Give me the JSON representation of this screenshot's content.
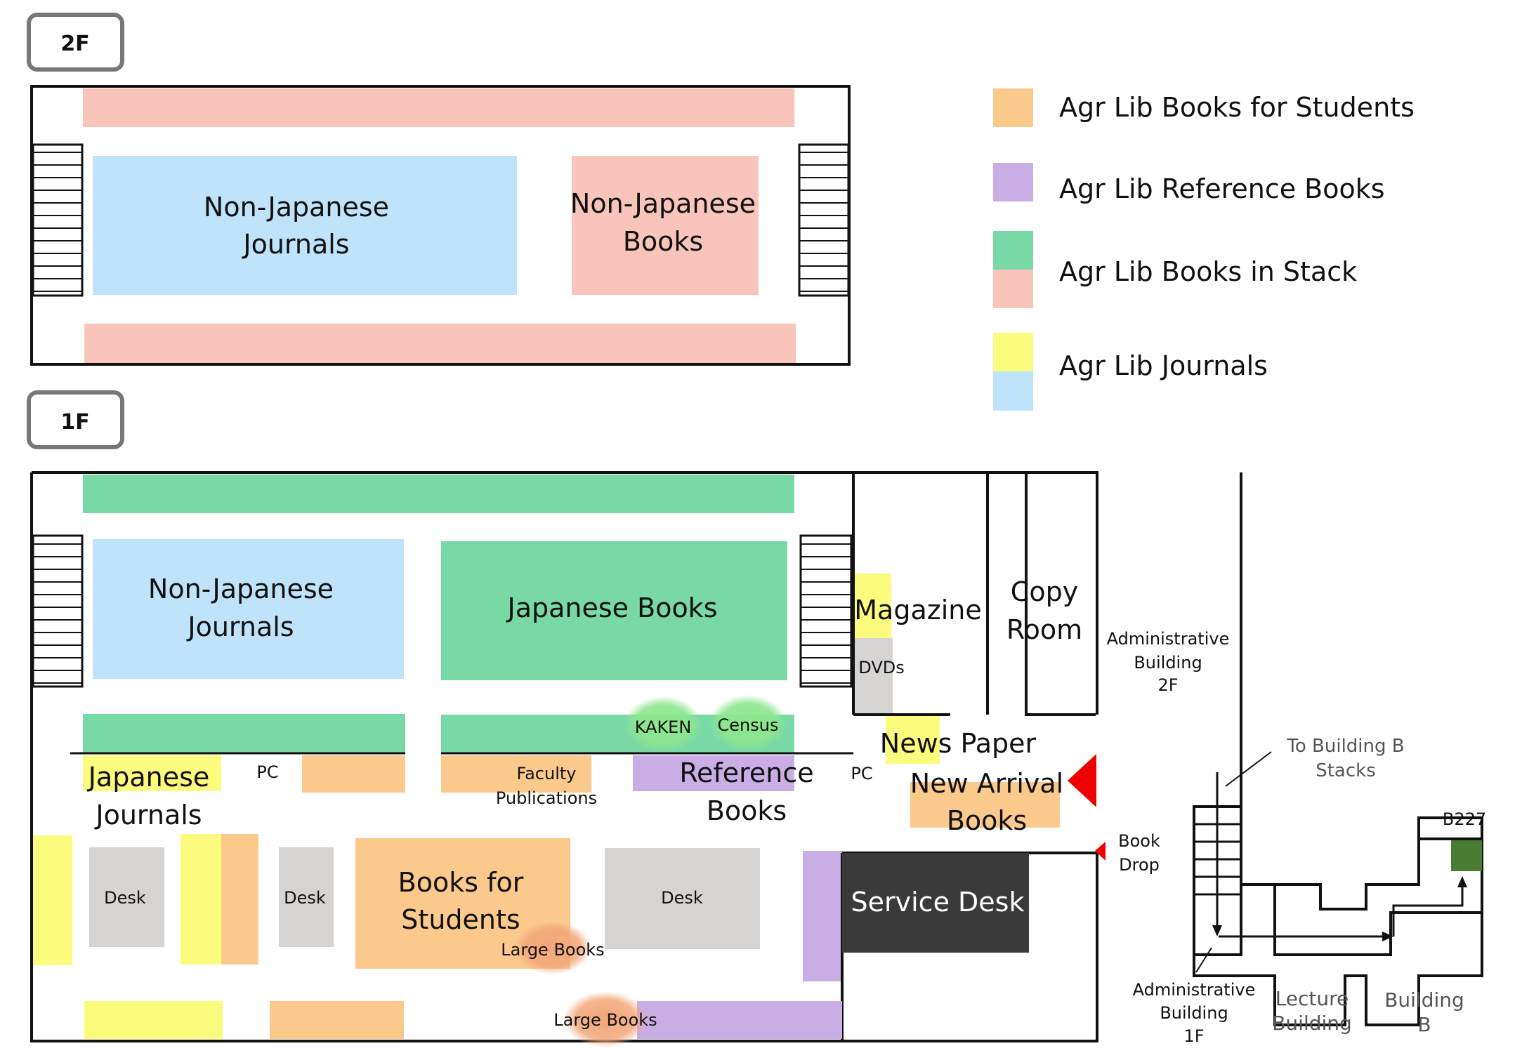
{
  "floors": {
    "second": "2F",
    "first": "1F"
  },
  "colors": {
    "students_books": "#fbc98b",
    "reference_books": "#c9aee6",
    "stack_green": "#78d8a6",
    "stack_pink": "#f9c5bb",
    "journals_yellow": "#fbfb7e",
    "journals_blue": "#bee3fb",
    "desk_gray": "#d6d3d3",
    "service_desk": "#3a3a3a",
    "b227": "#4a7d33",
    "arrow_red": "#ee0000"
  },
  "legend": [
    {
      "label": "Agr Lib Books for Students",
      "swatches": [
        "students_books"
      ]
    },
    {
      "label": "Agr Lib Reference Books",
      "swatches": [
        "reference_books"
      ]
    },
    {
      "label": "Agr Lib Books in Stack",
      "swatches": [
        "stack_green",
        "stack_pink"
      ]
    },
    {
      "label": "Agr Lib Journals",
      "swatches": [
        "journals_yellow",
        "journals_blue"
      ]
    }
  ],
  "second_floor": {
    "non_japanese_journals": [
      "Non-Japanese",
      "Journals"
    ],
    "non_japanese_books": [
      "Non-Japanese",
      "Books"
    ]
  },
  "first_floor": {
    "non_japanese_journals": [
      "Non-Japanese",
      "Journals"
    ],
    "japanese_books": "Japanese Books",
    "magazine": "Magazine",
    "dvds": "DVDs",
    "copy_room": [
      "Copy",
      "Room"
    ],
    "kaken": "KAKEN",
    "census": "Census",
    "japanese_journals": [
      "Japanese",
      "Journals"
    ],
    "pc_left": "PC",
    "pc_right": "PC",
    "faculty_publications": [
      "Faculty",
      "Publications"
    ],
    "reference_books": [
      "Reference",
      "Books"
    ],
    "news_paper": "News Paper",
    "new_arrival_books": [
      "New Arrival",
      "Books"
    ],
    "desk_1": "Desk",
    "desk_2": "Desk",
    "desk_3": "Desk",
    "books_for_students": [
      "Books for",
      "Students"
    ],
    "large_books_1": "Large Books",
    "large_books_2": "Large Books",
    "service_desk": "Service Desk",
    "book_drop": [
      "Book",
      "Drop"
    ]
  },
  "site_map": {
    "admin_2f": [
      "Administrative",
      "Building",
      "2F"
    ],
    "to_building_b": [
      "To Building B",
      "Stacks"
    ],
    "b227": "B227",
    "admin_1f": [
      "Administrative",
      "Building",
      "1F"
    ],
    "lecture_building": [
      "Lecture",
      "Building"
    ],
    "building_b": [
      "Building",
      "B"
    ]
  }
}
